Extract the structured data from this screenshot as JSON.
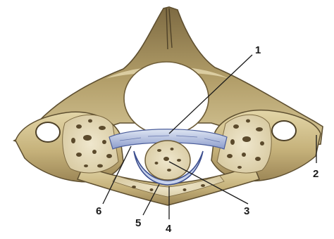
{
  "labels": {
    "l1": "1",
    "l2": "2",
    "l3": "3",
    "l4": "4",
    "l5": "5",
    "l6": "6"
  },
  "colors": {
    "bone": "#c9b886",
    "bone_dark": "#8d7a4e",
    "spongy": "#e6dcc0",
    "spongy_hole": "#5b4a2c",
    "ligament": "#aab8d8",
    "ligament_dark": "#4b5d9a",
    "canal": "#ffffff"
  }
}
